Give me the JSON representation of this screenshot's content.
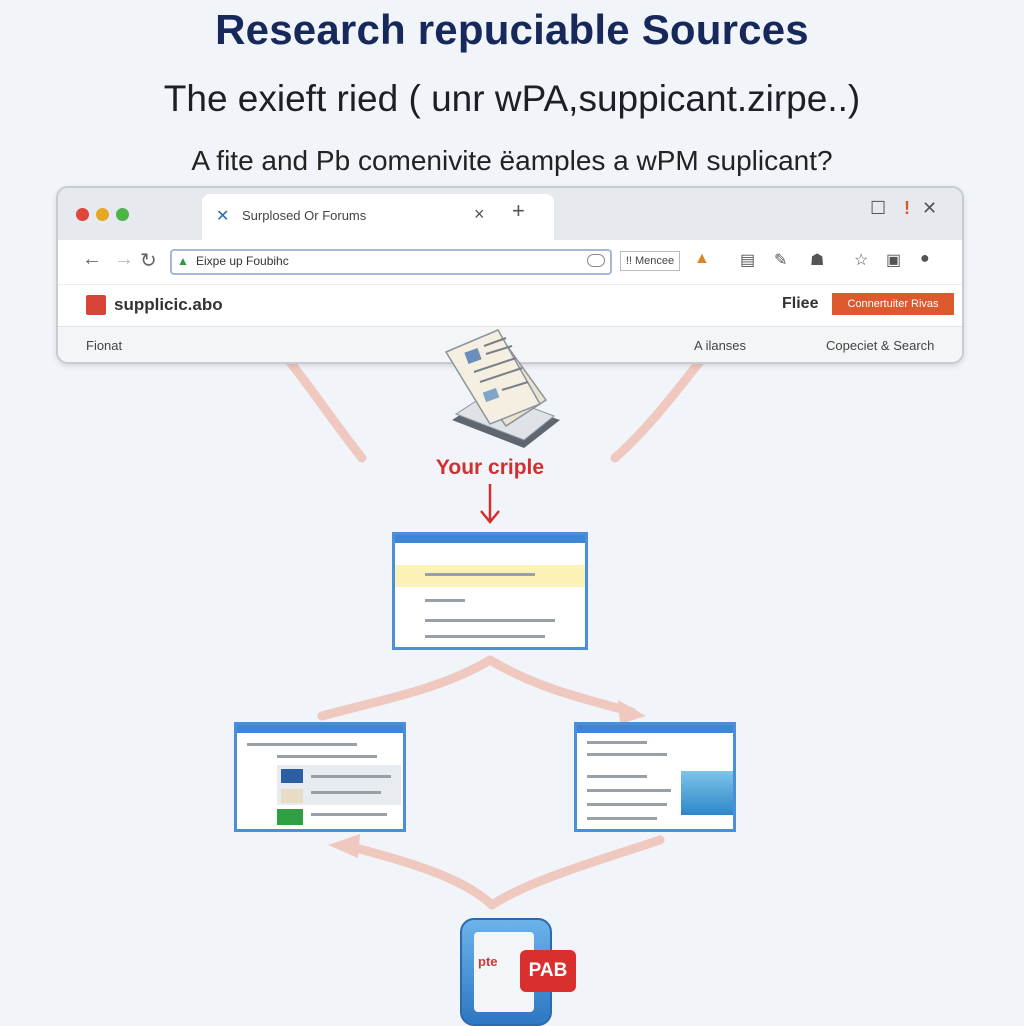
{
  "header": {
    "title": "Research repuciable Sources",
    "subtitle": "The exieft  ried ( unr wPA,suppicant.zirpe..)",
    "question": "A fite and Pb comenivite  ëamples a wPM suplicant?"
  },
  "browser": {
    "tab_title": "Surplosed Or Forums",
    "url_text": "Eixpe up Foubihc",
    "extension_label": "!! Mencee",
    "site_logo": "supplicic.abo",
    "site_file": "Fliee",
    "site_cta": "Connertuiter Rivas",
    "nav_left": "Fionat",
    "nav_mid": "A ilanses",
    "nav_right": "Copeciet & Search",
    "icons": [
      "back-icon",
      "forward-icon",
      "reload-icon",
      "lock-icon",
      "drive-icon",
      "print-icon",
      "pen-icon",
      "bag-icon",
      "star-icon",
      "menu-icon",
      "help-icon"
    ]
  },
  "diagram": {
    "center_label": "Your criple",
    "pdf_label": "pte",
    "pdf_badge": "PAB"
  },
  "colors": {
    "title": "#17285a",
    "accent_red": "#d13030",
    "connector": "#efc9bf",
    "window_border": "#4a8fd8",
    "cta": "#dd5a2f"
  }
}
